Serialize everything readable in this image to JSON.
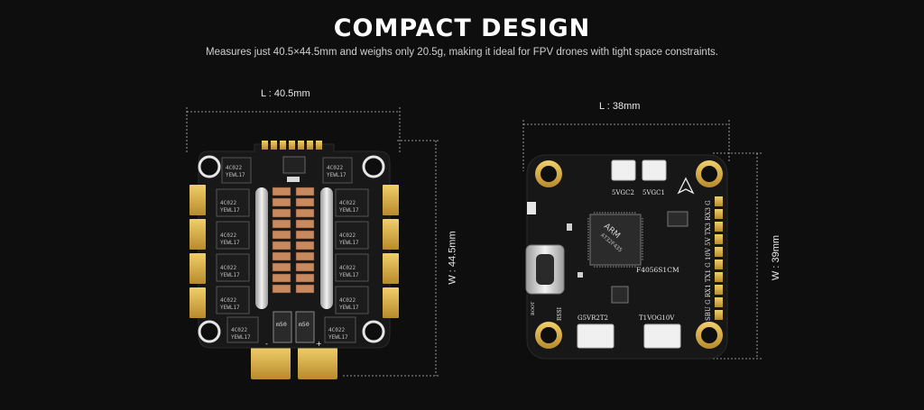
{
  "heading": {
    "title": "COMPACT DESIGN",
    "subtitle": "Measures just 40.5×44.5mm and weighs only 20.5g, making it ideal for FPV drones with tight space constraints."
  },
  "esc": {
    "length_label": "L : 40.5mm",
    "width_label": "W : 44.5mm",
    "chip_code_top": "4C022",
    "chip_code_bottom": "YEWL17",
    "inductor_label": "m50",
    "pad_minus": "-",
    "pad_plus": "+"
  },
  "fc": {
    "length_label": "L : 38mm",
    "width_label": "W : 39mm",
    "mcu_label": "F4056S1CM",
    "mcu_chip_text_1": "ARM",
    "mcu_chip_text_2": "AT32F435",
    "connector_top_left": "5VGC2",
    "connector_top_right": "5VGC1",
    "connector_bottom_left": "G5VR2T2",
    "connector_bottom_right": "T1VOG10V",
    "side_pins": "SBU G RX1 TX1 G 10V 5V TX3 RX3 G",
    "rssi_label": "RSSI",
    "boot_label": "BOOT"
  },
  "colors": {
    "background": "#0e0e0e",
    "board": "#161616",
    "gold": "#d4a844",
    "copper": "#c8895e"
  }
}
